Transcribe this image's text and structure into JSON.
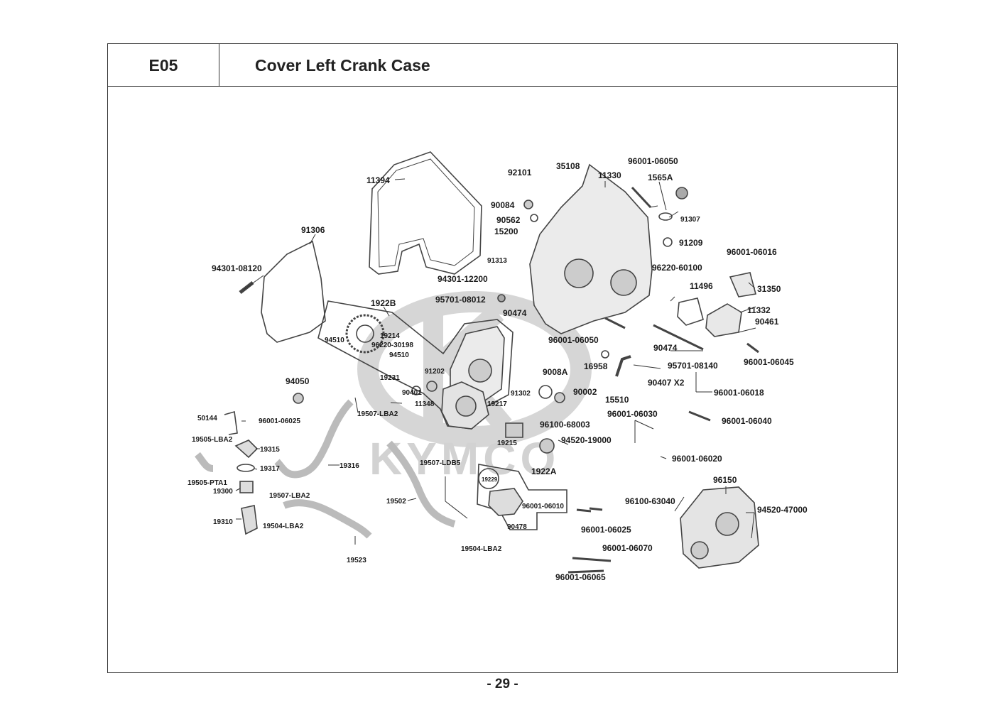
{
  "header": {
    "section_code": "E05",
    "title": "Cover Left Crank Case"
  },
  "watermark": {
    "brand": "KYMCO",
    "color": "#cfcfcf"
  },
  "page": {
    "number": "- 29 -"
  },
  "colors": {
    "line": "#333333",
    "part_fill": "#e8e8e8",
    "part_stroke": "#444444"
  },
  "parts": {
    "p92101": "92101",
    "p35108": "35108",
    "p11330": "11330",
    "p96001_06050_top": "96001-06050",
    "p1565A": "1565A",
    "p11394": "11394",
    "p90084": "90084",
    "p90562": "90562",
    "p91307": "91307",
    "p15200": "15200",
    "p91209": "91209",
    "p91306": "91306",
    "p91313": "91313",
    "p96001_06016": "96001-06016",
    "p94301_08120": "94301-08120",
    "p94301_12200": "94301-12200",
    "p96220_60100": "96220-60100",
    "p11496": "11496",
    "p31350": "31350",
    "p95701_08012": "95701-08012",
    "p1922B": "1922B",
    "p90474_a": "90474",
    "p11332": "11332",
    "p90461": "90461",
    "p19214": "19214",
    "p94510_a": "94510",
    "p96220_30198": "96220-30198",
    "p94510_b": "94510",
    "p96001_06050_mid": "96001-06050",
    "p90474_b": "90474",
    "p96001_06045": "96001-06045",
    "p16958": "16958",
    "p95701_08140": "95701-08140",
    "p9008A": "9008A",
    "p91202": "91202",
    "p19231": "19231",
    "p94050": "94050",
    "p90401": "90401",
    "p91302": "91302",
    "p90002": "90002",
    "p90407": "90407 X2",
    "p96001_06018": "96001-06018",
    "p11348": "11348",
    "p15510": "15510",
    "p19217": "19217",
    "p50144": "50144",
    "p19507_LBA2_a": "19507-LBA2",
    "p96001_06025_a": "96001-06025",
    "p96001_06030": "96001-06030",
    "p96001_06040": "96001-06040",
    "p96100_68003": "96100-68003",
    "p19505_LBA2": "19505-LBA2",
    "p19215": "19215",
    "p94520_19000": "94520-19000",
    "p19315": "19315",
    "p96001_06020": "96001-06020",
    "p19507_LDB5": "19507-LDB5",
    "p19316": "19316",
    "p19317": "19317",
    "p1922A": "1922A",
    "p19229": "19229",
    "p19505_PTA1": "19505-PTA1",
    "p96150": "96150",
    "p19300": "19300",
    "p19507_LBA2_b": "19507-LBA2",
    "p96100_63040": "96100-63040",
    "p19502": "19502",
    "p96001_06010": "96001-06010",
    "p94520_47000": "94520-47000",
    "p19310": "19310",
    "p19504_LBA2_a": "19504-LBA2",
    "p90478": "90478",
    "p96001_06025_b": "96001-06025",
    "p96001_06070": "96001-06070",
    "p19504_LBA2_b": "19504-LBA2",
    "p19523": "19523",
    "p96001_06065": "96001-06065"
  }
}
